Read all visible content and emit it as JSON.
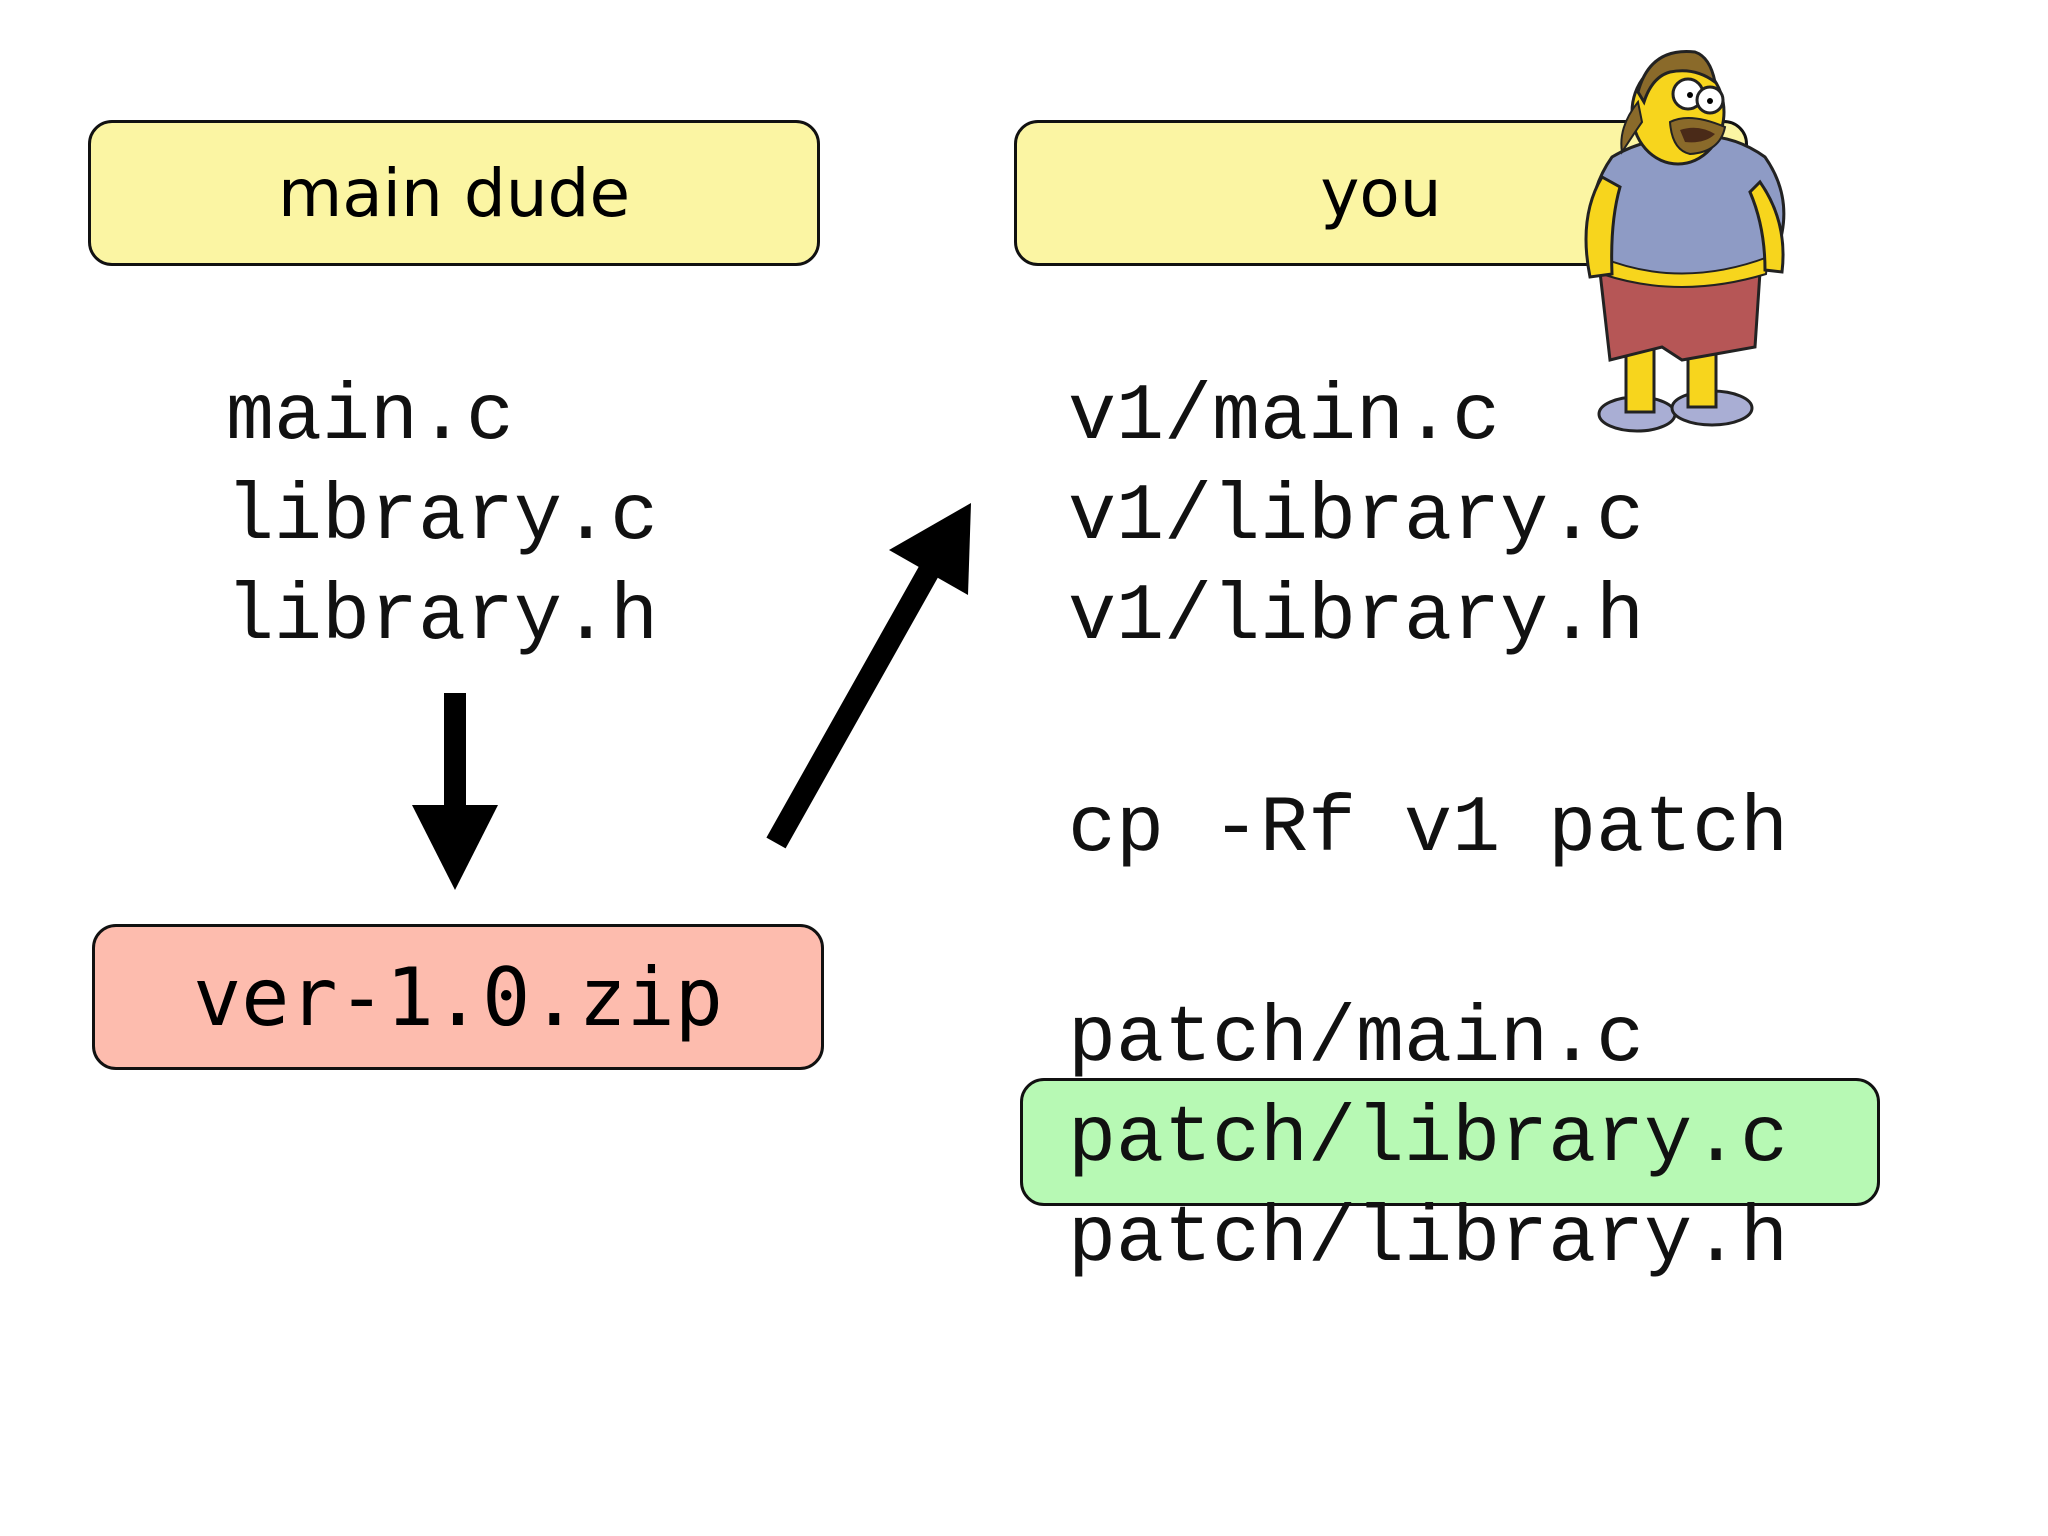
{
  "left": {
    "header": "main dude",
    "files": [
      "main.c",
      "library.c",
      "library.h"
    ],
    "archive": "ver-1.0.zip"
  },
  "right": {
    "header": "you",
    "v1_files": [
      "v1/main.c",
      "v1/library.c",
      "v1/library.h"
    ],
    "command": "cp -Rf v1 patch",
    "patch_files": [
      "patch/main.c",
      "patch/library.c",
      "patch/library.h"
    ],
    "highlighted_index": 1
  },
  "colors": {
    "header_fill": "#fbf5a3",
    "archive_fill": "#fdbcae",
    "highlight_fill": "#b7f9b4"
  },
  "icons": [
    "comic-book-guy-illustration",
    "arrow-down-icon",
    "arrow-up-right-icon"
  ]
}
